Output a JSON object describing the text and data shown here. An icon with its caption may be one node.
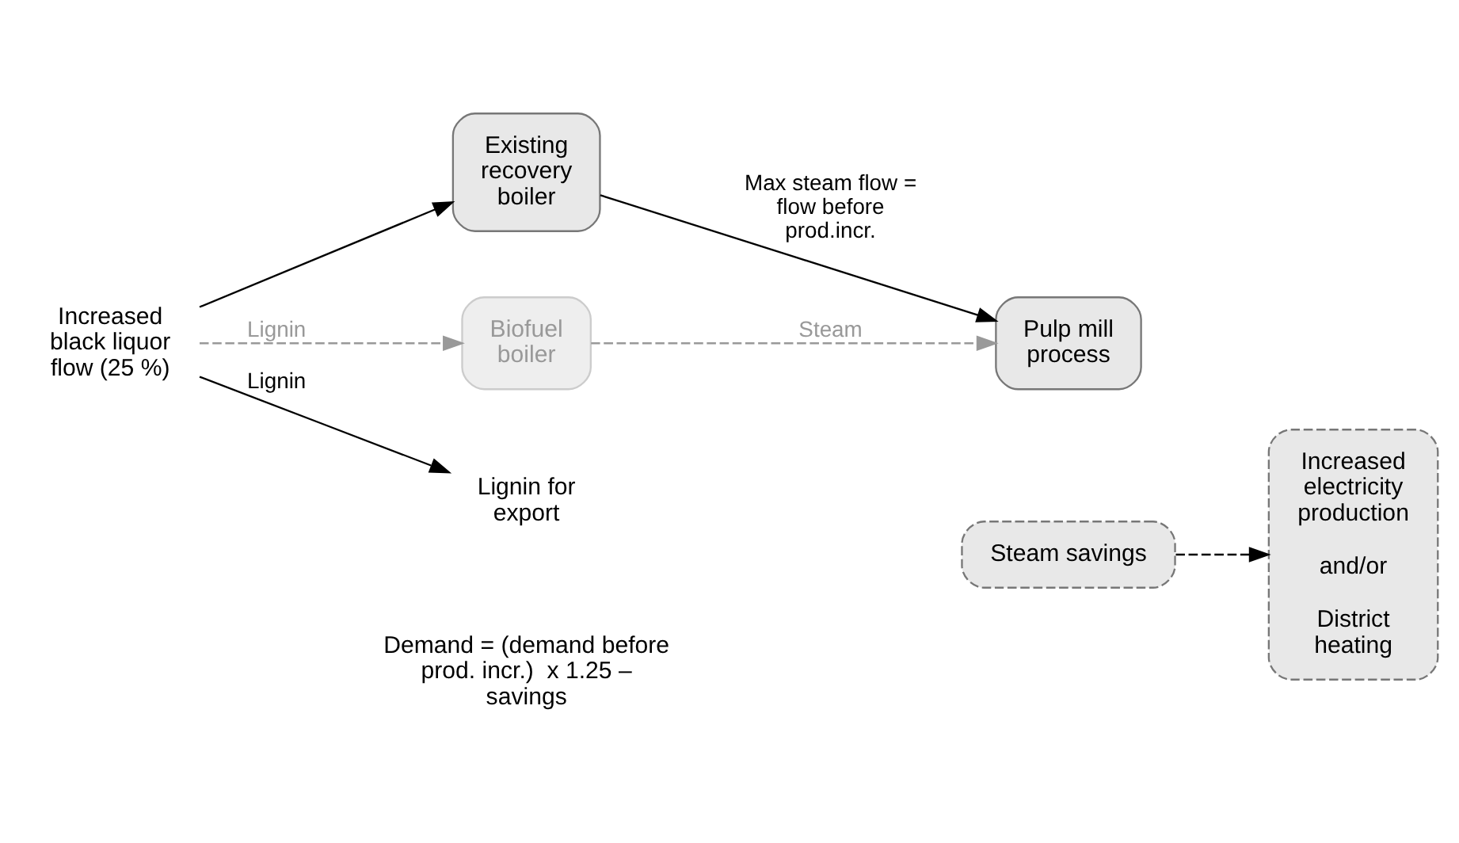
{
  "diagram": {
    "nodes": [
      {
        "text": [
          "Increased black liquor flow (25 %)"
        ]
      },
      {
        "text": [
          "Existing recovery boiler"
        ]
      },
      {
        "text": [
          "Biofuel boiler"
        ]
      },
      {
        "text": [
          "Pulp mill process"
        ]
      },
      {
        "text": [
          "Steam savings"
        ]
      },
      {
        "text": [
          "Increased electricity production",
          "and/or",
          "District heating"
        ]
      },
      {
        "text": [
          "Lignin for export"
        ]
      }
    ],
    "edges": [
      {
        "from": 0,
        "to": 1,
        "arrow": "to"
      },
      {
        "from": 0,
        "to": 6,
        "arrow": "to",
        "label": "Lignin"
      },
      {
        "from": 0,
        "to": 2,
        "arrow": "to",
        "label": "Lignin",
        "style": "dashed",
        "color": "#999999"
      },
      {
        "from": 1,
        "to": 3,
        "arrow": "to",
        "label": "Max steam flow = flow before prod.incr."
      },
      {
        "from": 2,
        "to": 3,
        "arrow": "to",
        "label": "Steam",
        "style": "dashed",
        "color": "#999999"
      },
      {
        "from": 4,
        "to": 5,
        "arrow": "to",
        "style": "dashed"
      }
    ],
    "labels": [
      "Demand = (demand before prod. incr.)  x 1.25 – savings"
    ]
  }
}
